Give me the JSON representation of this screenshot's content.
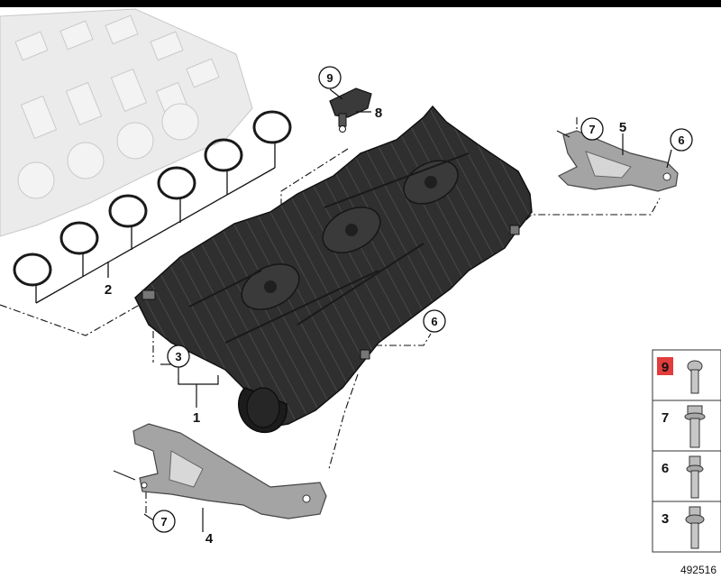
{
  "diagram": {
    "callouts": {
      "c9_sensor": "9",
      "c8": "8",
      "c7_top": "7",
      "c5": "5",
      "c6_right": "6",
      "c2": "2",
      "c6_mid": "6",
      "c3": "3",
      "c1": "1",
      "c7_bottom": "7",
      "c4": "4"
    },
    "legend": {
      "items": [
        {
          "label": "9",
          "highlight": true
        },
        {
          "label": "7",
          "highlight": false
        },
        {
          "label": "6",
          "highlight": false
        },
        {
          "label": "3",
          "highlight": false
        }
      ]
    },
    "figure_number": "492516"
  },
  "colors": {
    "manifold": "#2b2b2b",
    "bracket": "#9c9c9c",
    "engine": "#d6d6d6",
    "highlight": "#e23c3c"
  }
}
